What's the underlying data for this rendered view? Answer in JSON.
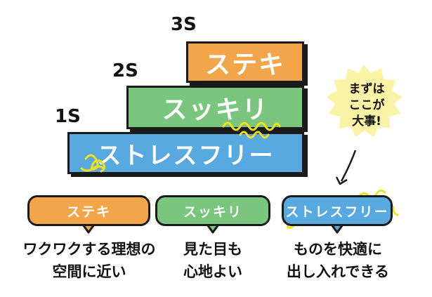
{
  "levels": {
    "three": {
      "badge": "3S",
      "label": "ステキ"
    },
    "two": {
      "badge": "2S",
      "label": "スッキリ"
    },
    "one": {
      "badge": "1S",
      "label": "ストレスフリー"
    }
  },
  "callout": {
    "line1": "まずは",
    "line2": "ここが",
    "line3": "大事!"
  },
  "cards": [
    {
      "label": "ステキ",
      "desc_line1": "ワクワクする理想の",
      "desc_line2": "空間に近い"
    },
    {
      "label": "スッキリ",
      "desc_line1": "見た目も",
      "desc_line2": "心地よい"
    },
    {
      "label": "ストレスフリー",
      "desc_line1": "ものを快適に",
      "desc_line2": "出し入れできる"
    }
  ],
  "colors": {
    "orange": "#f3a54a",
    "green": "#7bc67e",
    "blue": "#57a9e0",
    "star": "#fbf3a6",
    "squiggle": "#f2e11b"
  }
}
